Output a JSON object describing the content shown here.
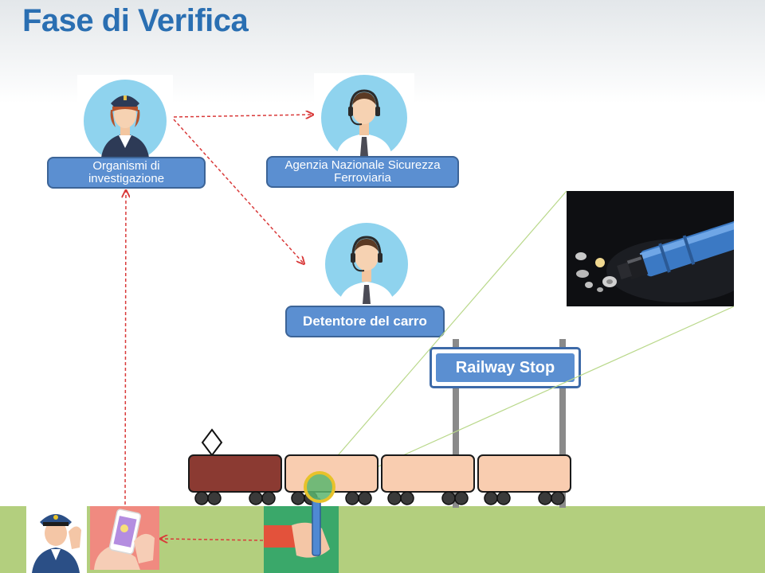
{
  "slide": {
    "title": "Fase di Verifica"
  },
  "nodes": {
    "investigation": {
      "line1": "Organismi  di",
      "line2": "investigazione"
    },
    "ansf": {
      "line1": "Agenzia Nazionale Sicurezza",
      "line2": "Ferroviaria"
    },
    "owner": {
      "label": "Detentore del carro"
    }
  },
  "sign": {
    "label": "Railway Stop"
  },
  "colors": {
    "title": "#2a6fb2",
    "box_fill": "#5b8fd1",
    "box_border": "#3c6497",
    "arrow": "#d93a3a",
    "ground": "#b3cf7e",
    "wagon_brown": "#8b3a32",
    "wagon_peach": "#f9cdb0",
    "zoom_lines": "#b9d88a"
  },
  "icons": {
    "officer": "female-officer-icon",
    "operator": "headset-operator-icon",
    "police": "police-officer-icon",
    "phone": "smartphone-photo-icon",
    "inspection": "magnifier-inspection-icon",
    "part": "mechanical-part-photo"
  }
}
